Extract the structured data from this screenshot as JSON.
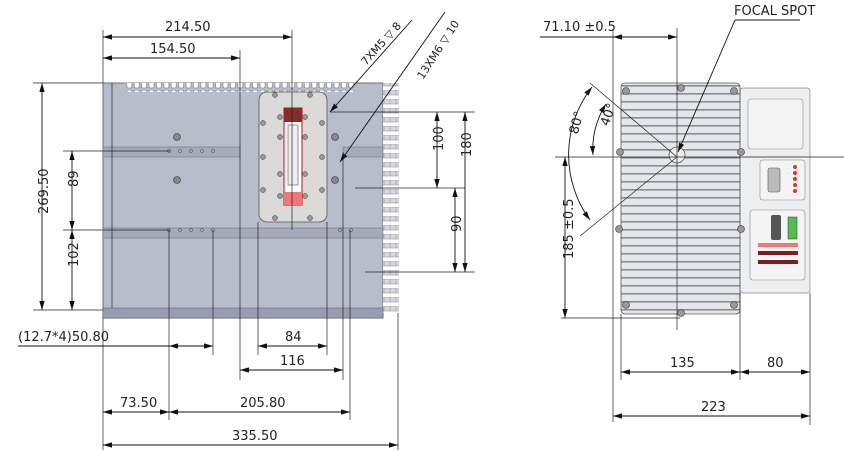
{
  "colors": {
    "body": "#b9bccb",
    "body_dark": "#9a9db0",
    "panel": "#dcdad8",
    "red": "#c0353a",
    "pink": "#ee7777",
    "fins": "#d6d8de",
    "side_panel": "#eceef0",
    "green": "#55bb55"
  },
  "left_view": {
    "dims": {
      "d214": "214.50",
      "d154": "154.50",
      "d269": "269.50",
      "d89": "89",
      "d102": "102",
      "d100": "100",
      "d180": "180",
      "d90": "90",
      "d84": "84",
      "d116": "116",
      "d5080": "(12.7*4)50.80",
      "d73": "73.50",
      "d205": "205.80",
      "d335": "335.50"
    },
    "callouts": {
      "m5": "7XM5 ▽ 8",
      "m6": "13XM6 ▽ 10"
    }
  },
  "right_view": {
    "focal_spot": "FOCAL SPOT",
    "dims": {
      "d7110": "71.10 ±0.5",
      "d185": "185 ±0.5",
      "a80": "80°",
      "a40": "40°",
      "d135": "135",
      "d80": "80",
      "d223": "223"
    }
  }
}
